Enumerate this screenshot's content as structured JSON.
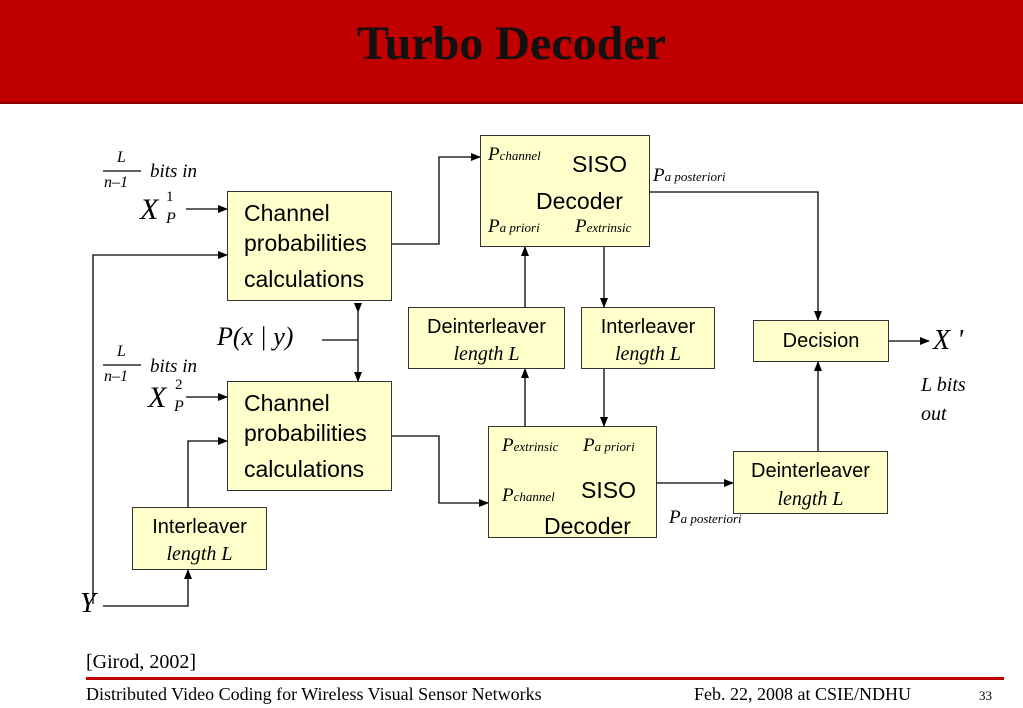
{
  "slide": {
    "title": "Turbo Decoder",
    "citation": "[Girod, 2002]",
    "footer_left": "Distributed Video Coding for Wireless Visual Sensor Networks",
    "footer_right": "Feb. 22, 2008 at CSIE/NDHU",
    "page_number": "33"
  },
  "diagram": {
    "channel_prob_top": [
      "Channel",
      "probabilities",
      "calculations"
    ],
    "channel_prob_bottom": [
      "Channel",
      "probabilities",
      "calculations"
    ],
    "siso_top": [
      "SISO",
      "Decoder"
    ],
    "siso_bottom": [
      "SISO",
      "Decoder"
    ],
    "deinterleaver_mid": [
      "Deinterleaver",
      "length L"
    ],
    "interleaver_mid": [
      "Interleaver",
      "length L"
    ],
    "interleaver_left": [
      "Interleaver",
      "length L"
    ],
    "deinterleaver_right": [
      "Deinterleaver",
      "length L"
    ],
    "decision": "Decision",
    "labels": {
      "frac_num": "L",
      "frac_den": "n–1",
      "bits_in": "bits in",
      "x": "X",
      "sup_1": "1",
      "sup_2": "2",
      "sub_p": "P",
      "p_main": "P",
      "sub_channel": "channel",
      "sub_a_priori": "a priori",
      "sub_extrinsic": "extrinsic",
      "sub_a_posteriori": "a posteriori",
      "p_x_given_y": "P(x | y)",
      "y": "Y",
      "x_prime": "X '",
      "l_bits": "L bits",
      "out": "out"
    }
  }
}
